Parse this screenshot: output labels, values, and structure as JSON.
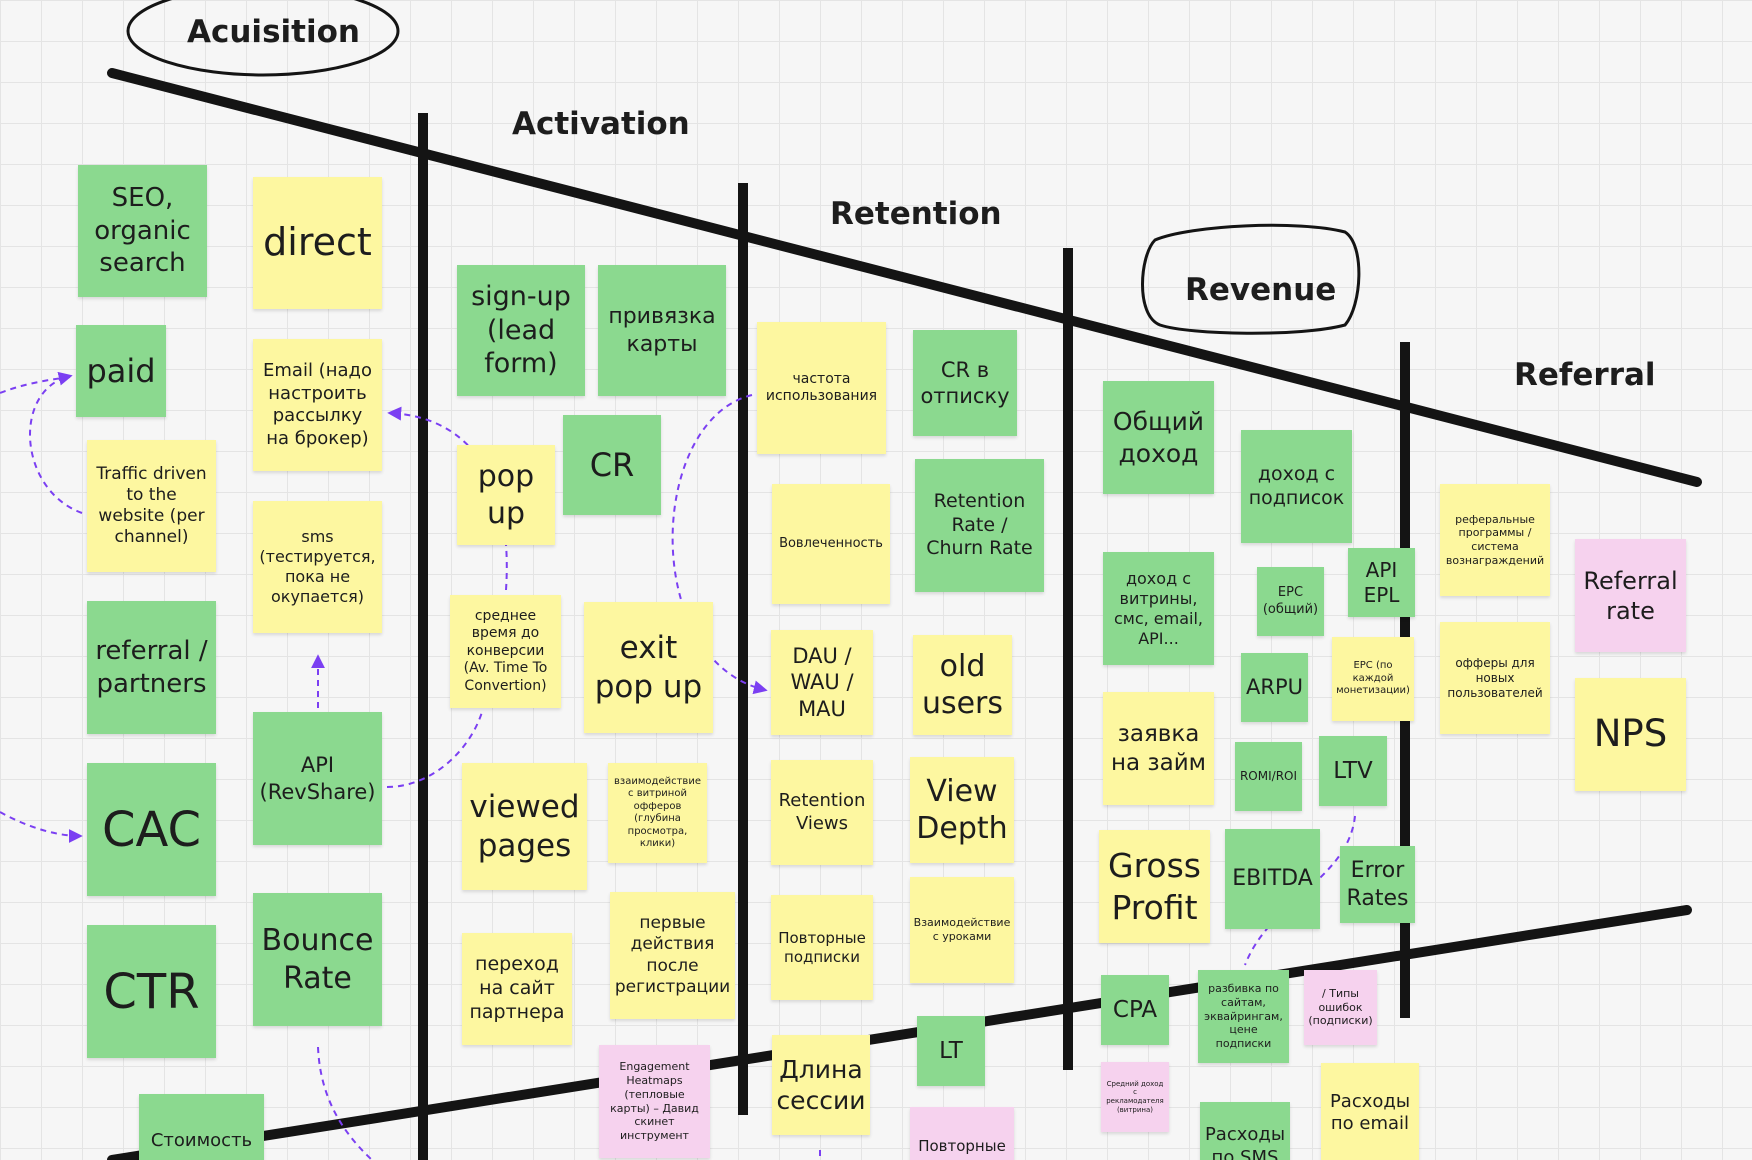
{
  "stages": {
    "acquisition": "Acuisition",
    "activation": "Activation",
    "retention": "Retention",
    "revenue": "Revenue",
    "referral": "Referral"
  },
  "notes": {
    "seo": "SEO,\norganic\nsearch",
    "direct": "direct",
    "paid": "paid",
    "email_broker": "Email (надо\nнастроить\nрассылку\nна брокер)",
    "traffic": "Traffic driven\nto the\nwebsite (per\nchannel)",
    "sms": "sms\n(тестируется,\nпока не\nокупается)",
    "referral_partners": "referral /\npartners",
    "api_revshare": "API\n(RevShare)",
    "cac": "CAC",
    "ctr": "CTR",
    "bounce_rate": "Bounce\nRate",
    "cost": "Стоимость",
    "signup": "sign-up\n(lead\nform)",
    "card_binding": "привязка\nкарты",
    "popup": "pop\nup",
    "cr": "CR",
    "avg_time": "среднее\nвремя до\nконверсии\n(Av. Time To\nConvertion)",
    "exit_popup": "exit\npop up",
    "viewed_pages": "viewed\npages",
    "showcase_interaction": "взаимодействие\nс витриной\nофферов\n(глубина\nпросмотра,\nклики)",
    "partner_site": "переход\nна сайт\nпартнера",
    "first_actions": "первые\nдействия\nпосле\nрегистрации",
    "engagement_heatmaps": "Engagement\nHeatmaps\n(тепловые\nкарты) – Давид\nскинет\nинструмент",
    "usage_frequency": "частота\nиспользования",
    "cr_unsubscribe": "CR в\nотписку",
    "engagement": "Вовлеченность",
    "retention_rate": "Retention\nRate /\nChurn Rate",
    "dau_wau_mau": "DAU /\nWAU /\nMAU",
    "old_users": "old\nusers",
    "retention_views": "Retention\nViews",
    "view_depth": "View\nDepth",
    "repeat_subscriptions": "Повторные\nподписки",
    "lesson_interaction": "Взаимодействие\nс уроками",
    "lt": "LT",
    "session_length": "Длина\nсессии",
    "repeat_bottom": "Повторные",
    "total_income": "Общий\nдоход",
    "subscription_income": "доход с\nподписок",
    "showcase_income": "доход с\nвитрины,\nсмс, email,\nAPI...",
    "epc_total": "EPC\n(общий)",
    "api_epl": "API\nEPL",
    "epc_each": "EPC (по\nкаждой\nмонетизации)",
    "arpu": "ARPU",
    "loan_application": "заявка\nна займ",
    "romi": "ROMI/ROI",
    "ltv": "LTV",
    "gross_profit": "Gross\nProfit",
    "ebitda": "EBITDA",
    "error_rates": "Error\nRates",
    "cpa": "CPA",
    "breakdown": "разбивка по\nсайтам,\nэквайрингам,\nцене\nподписки",
    "error_types": "/ Типы\nошибок\n(подписки)",
    "avg_advertiser_income": "Средний доход\nс\nрекламодателя\n(витрина)",
    "sms_expenses": "Расходы\nпо SMS",
    "email_expenses": "Расходы\nпо email",
    "referral_programs": "реферальные\nпрограммы /\nсистема\nвознаграждений",
    "referral_rate": "Referral\nrate",
    "new_user_offers": "офферы для\nновых\nпользователей",
    "nps": "NPS"
  }
}
